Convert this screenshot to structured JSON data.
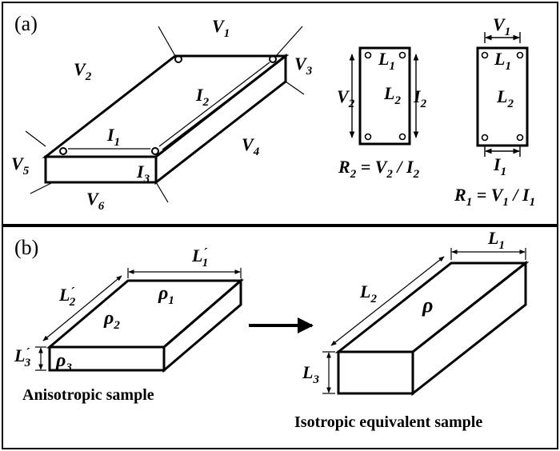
{
  "panel_a": {
    "label": "(a)",
    "slab_labels": {
      "v1": "V",
      "v1_sub": "1",
      "v2": "V",
      "v2_sub": "2",
      "v3": "V",
      "v3_sub": "3",
      "v4": "V",
      "v4_sub": "4",
      "v5": "V",
      "v5_sub": "5",
      "v6": "V",
      "v6_sub": "6",
      "i1": "I",
      "i1_sub": "1",
      "i2": "I",
      "i2_sub": "2",
      "i3": "I",
      "i3_sub": "3"
    },
    "rect_left": {
      "v2": "V",
      "v2_sub": "2",
      "l1": "L",
      "l1_sub": "1",
      "l2": "L",
      "l2_sub": "2",
      "i2": "I",
      "i2_sub": "2",
      "formula": {
        "r": "R",
        "r_sub": "2",
        "eq": " = ",
        "v": "V",
        "v_sub": "2",
        "slash": " / ",
        "i": "I",
        "i_sub": "2"
      }
    },
    "rect_right": {
      "v1": "V",
      "v1_sub": "1",
      "l1": "L",
      "l1_sub": "1",
      "l2": "L",
      "l2_sub": "2",
      "i1": "I",
      "i1_sub": "1",
      "formula": {
        "r": "R",
        "r_sub": "1",
        "eq": " = ",
        "v": "V",
        "v_sub": "1",
        "slash": " / ",
        "i": "I",
        "i_sub": "1"
      }
    }
  },
  "panel_b": {
    "label": "(b)",
    "aniso": {
      "l1": "L",
      "l1_prime": "´",
      "l1_sub": "1",
      "l2": "L",
      "l2_prime": "´",
      "l2_sub": "2",
      "l3": "L",
      "l3_prime": "´",
      "l3_sub": "3",
      "rho1": "ρ",
      "rho1_sub": "1",
      "rho2": "ρ",
      "rho2_sub": "2",
      "rho3": "ρ",
      "rho3_sub": "3",
      "caption": "Anisotropic sample"
    },
    "iso": {
      "l1": "L",
      "l1_sub": "1",
      "l2": "L",
      "l2_sub": "2",
      "l3": "L",
      "l3_sub": "3",
      "rho": "ρ",
      "caption": "Isotropic equivalent sample"
    }
  }
}
